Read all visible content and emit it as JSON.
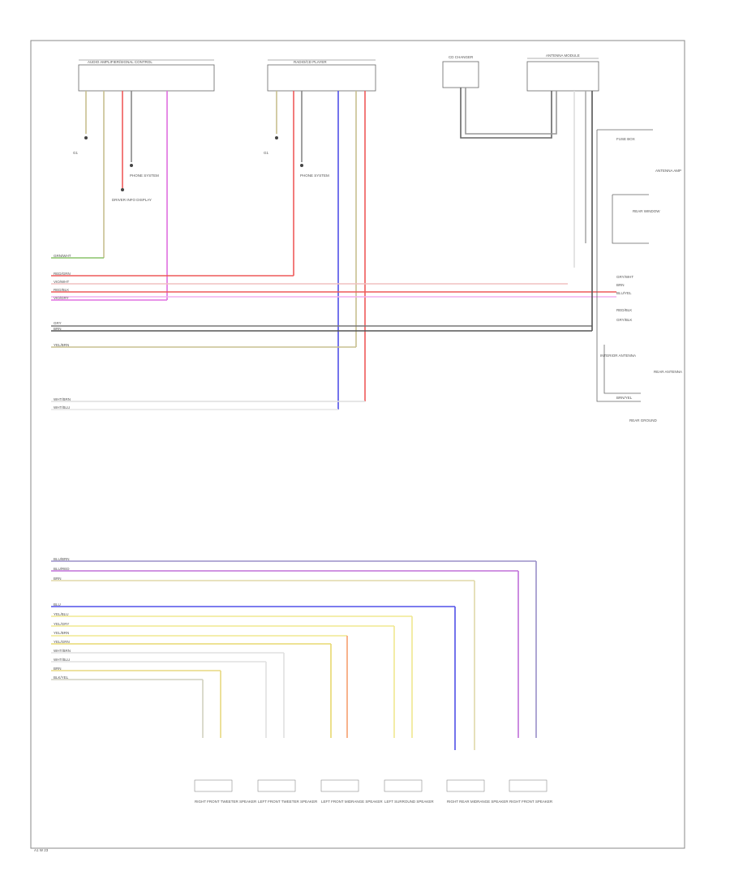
{
  "components": {
    "audio_amp": "AUDIO AMPLIFIER/SIGNAL CONTROL",
    "radio": "RADIO/CD PLAYER",
    "cd_changer": "CD CHANGER",
    "antenna": "ANTENNA MODULE"
  },
  "ground_labels": {
    "left": "G1",
    "mid": "G1"
  },
  "ref_labels": {
    "amp_a": "PHONE SYSTEM",
    "amp_b": "DRIVER INFO DISPLAY",
    "radio_a": "PHONE SYSTEM"
  },
  "right_labels": {
    "fuse": "FUSE BOX",
    "antenna_amp": "ANTENNA AMP",
    "rear_window": "REAR WINDOW",
    "rear_antenna": "REAR ANTENNA",
    "interior_antenna": "INTERIOR ANTENNA",
    "ground_label": "REAR GROUND",
    "pin_a": "GRY/WHT",
    "pin_b": "BRN",
    "pin_c": "BLU/YEL",
    "pin_d": "RED/BLK",
    "pin_e": "GRY/BLK",
    "pin_f": "BRN/YEL"
  },
  "speakers": [
    {
      "label": "RIGHT FRONT TWEETER SPEAKER"
    },
    {
      "label": "LEFT FRONT TWEETER SPEAKER"
    },
    {
      "label": "LEFT FRONT MIDRANGE SPEAKER"
    },
    {
      "label": "LEFT SURROUND SPEAKER"
    },
    {
      "label": "RIGHT REAR MIDRANGE SPEAKER"
    },
    {
      "label": "RIGHT FRONT SPEAKER"
    }
  ],
  "wires_top": [
    {
      "label": "GRN/WHT",
      "color": "#8ac46a"
    },
    {
      "label": "RED/GRN",
      "color": "#ee5a5a"
    },
    {
      "label": "VIO/WHT",
      "color": "#e070e0"
    },
    {
      "label": "RED/BLK",
      "color": "#ee5a5a"
    },
    {
      "label": "VIO/GRY",
      "color": "#e070e0"
    },
    {
      "label": "GRY",
      "color": "#666666"
    },
    {
      "label": "BRN",
      "color": "#555555"
    },
    {
      "label": "YEL/BRN",
      "color": "#c8c090"
    },
    {
      "label": "WHT/BRN",
      "color": "#dddddd"
    },
    {
      "label": "WHT/BLU",
      "color": "#e6e6e6"
    }
  ],
  "wires_bottom": [
    {
      "label": "BLU/BRN",
      "color": "#9a8fc8"
    },
    {
      "label": "BLU/RED",
      "color": "#c070d8"
    },
    {
      "label": "BRN",
      "color": "#e0d8a8"
    },
    {
      "label": "BLU",
      "color": "#5050e8"
    },
    {
      "label": "YEL/BLU",
      "color": "#f0e890"
    },
    {
      "label": "YEL/GRY",
      "color": "#f0e890"
    },
    {
      "label": "YEL/BRN",
      "color": "#f0e890"
    },
    {
      "label": "YEL/GRN",
      "color": "#e8d870"
    },
    {
      "label": "WHT/BRN",
      "color": "#e0e0e0"
    },
    {
      "label": "WHT/BLU",
      "color": "#e0e0e0"
    },
    {
      "label": "BRN",
      "color": "#e8d880"
    },
    {
      "label": "BLK/YEL",
      "color": "#d0d0c0"
    }
  ],
  "footer": "A1 W 23"
}
